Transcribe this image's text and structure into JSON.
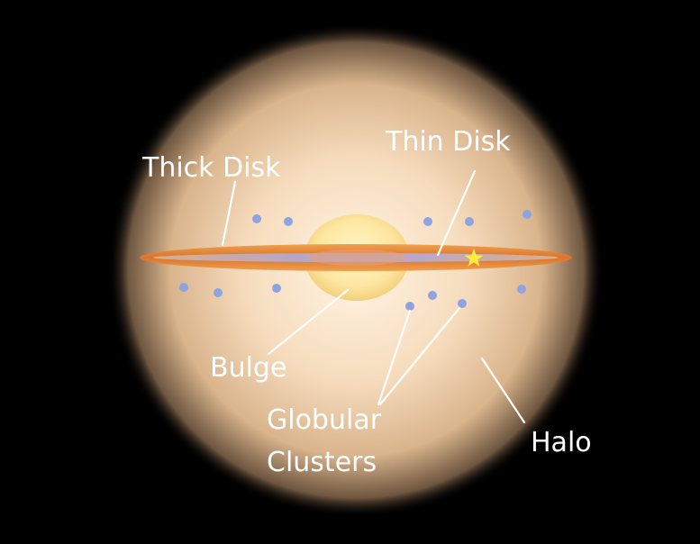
{
  "labels": {
    "thick_disk": "Thick Disk",
    "thin_disk": "Thin Disk",
    "bulge": "Bulge",
    "globular_line1": "Globular",
    "globular_line2": "Clusters",
    "halo": "Halo"
  },
  "colors": {
    "background": "#000000",
    "halo_center": "#fff0dc",
    "halo_edge": "#c9a27a",
    "bulge": "#fde8a6",
    "thick_disk": "#e08a3a",
    "thin_disk": "#b7a9c9",
    "globular_cluster": "#8fa3e0",
    "sun_star": "#ffec3d",
    "label_text": "#ffffff"
  },
  "icons": {
    "sun_marker": "star-icon",
    "cluster_marker": "circle-dot-icon"
  }
}
